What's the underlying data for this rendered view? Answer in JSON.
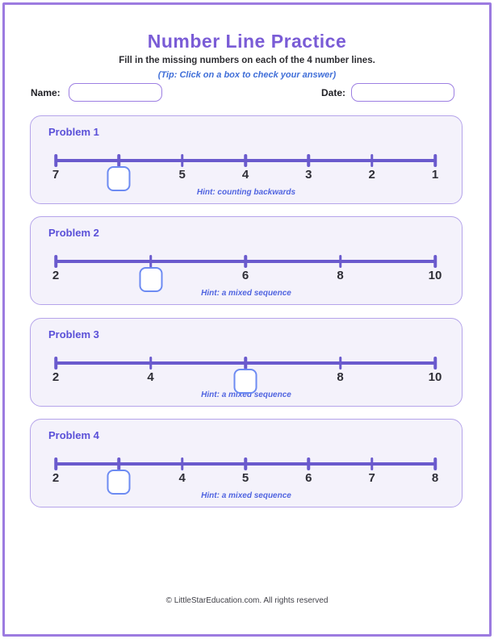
{
  "page": {
    "title": "Number Line Practice",
    "subtitle": "Fill in the missing numbers on each of the 4 number lines.",
    "tip": "(Tip: Click on a box to check your answer)",
    "footer": "© LittleStarEducation.com. All rights reserved"
  },
  "fields": {
    "name_label": "Name:",
    "name_value": "",
    "date_label": "Date:",
    "date_value": ""
  },
  "colors": {
    "page_border": "#9c7be0",
    "title_purple": "#7a5cd6",
    "heading_purple": "#5a50d8",
    "card_bg": "#f4f2fb",
    "card_border": "#b5a4ea",
    "line_purple": "#6a5acd",
    "answer_box_border": "#6d8bf2",
    "hint_blue": "#5064e0",
    "tip_blue": "#3f6ed8",
    "number_dark": "#2e2e36"
  },
  "problems": [
    {
      "label": "Problem 1",
      "hint": "Hint: counting backwards",
      "ticks": [
        "7",
        null,
        "5",
        "4",
        "3",
        "2",
        "1"
      ]
    },
    {
      "label": "Problem 2",
      "hint": "Hint: a mixed sequence",
      "ticks": [
        "2",
        null,
        "6",
        "8",
        "10"
      ]
    },
    {
      "label": "Problem 3",
      "hint": "Hint: a mixed sequence",
      "ticks": [
        "2",
        "4",
        null,
        "8",
        "10"
      ]
    },
    {
      "label": "Problem 4",
      "hint": "Hint: a mixed sequence",
      "ticks": [
        "2",
        null,
        "4",
        "5",
        "6",
        "7",
        "8"
      ]
    }
  ]
}
